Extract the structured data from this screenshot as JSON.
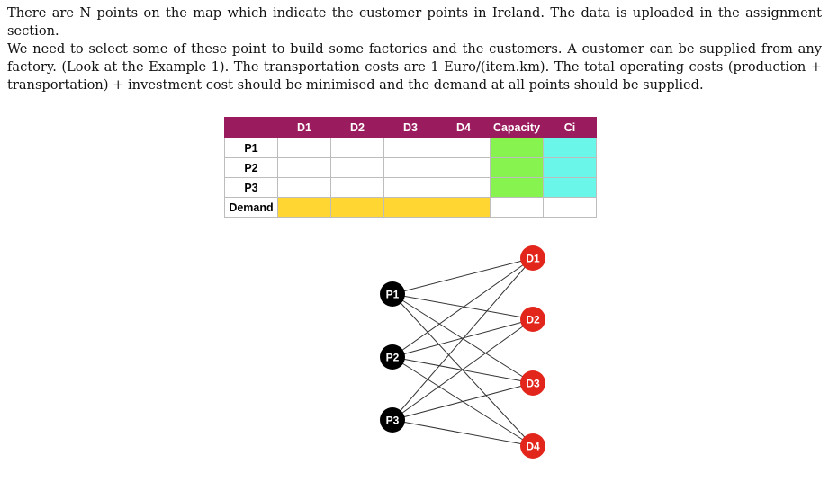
{
  "paragraph": {
    "line1": "There are N points on the map which indicate the customer points in Ireland. The data is uploaded in the assignment section.",
    "line2": "We need to select some of these point to build some factories and the customers. A customer can be supplied from any",
    "line3": "factory. (Look at the Example 1). The transportation costs are 1 Euro/(item.km). The total operating costs (production +",
    "line4": "transportation) + investment cost should be minimised and the demand at all points should be supplied."
  },
  "table": {
    "headers": [
      "",
      "D1",
      "D2",
      "D3",
      "D4",
      "Capacity",
      "Ci"
    ],
    "rows": [
      "P1",
      "P2",
      "P3"
    ],
    "demand_label": "Demand",
    "colors": {
      "header": "#9b1b5f",
      "capacity": "#86f34f",
      "ci": "#6af6e8",
      "demand": "#ffd632"
    }
  },
  "network": {
    "plants": [
      "P1",
      "P2",
      "P3"
    ],
    "demands": [
      "D1",
      "D2",
      "D3",
      "D4"
    ],
    "colors": {
      "plant": "#000000",
      "demand": "#e3261c"
    }
  }
}
